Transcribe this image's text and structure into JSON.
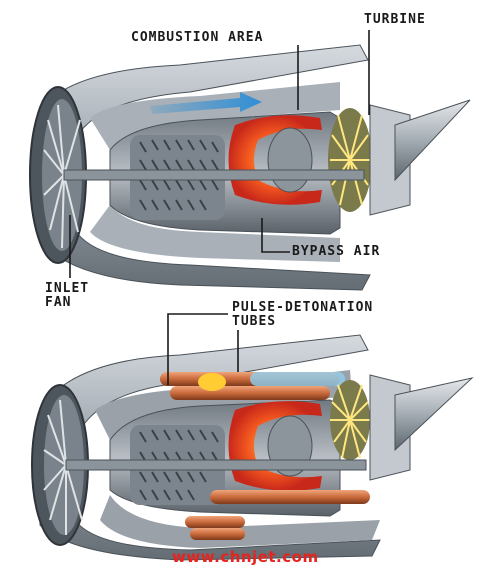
{
  "labels": {
    "combustion_area": "COMBUSTION AREA",
    "turbine": "TURBINE",
    "bypass_air": "BYPASS AIR",
    "inlet_fan_line1": "INLET",
    "inlet_fan_line2": "FAN",
    "pulse_detonation_line1": "PULSE-DETONATION",
    "pulse_detonation_line2": "TUBES"
  },
  "watermark": "www.chnjet.com",
  "colors": {
    "casing": "#9aa3ab",
    "casing_dark": "#5d666e",
    "flame": "#e8401c",
    "flame_core": "#ffb238",
    "bypass_arrow": "#2f8fd6",
    "pulse_tube": "#c96a3c",
    "watermark": "#e8231d"
  }
}
